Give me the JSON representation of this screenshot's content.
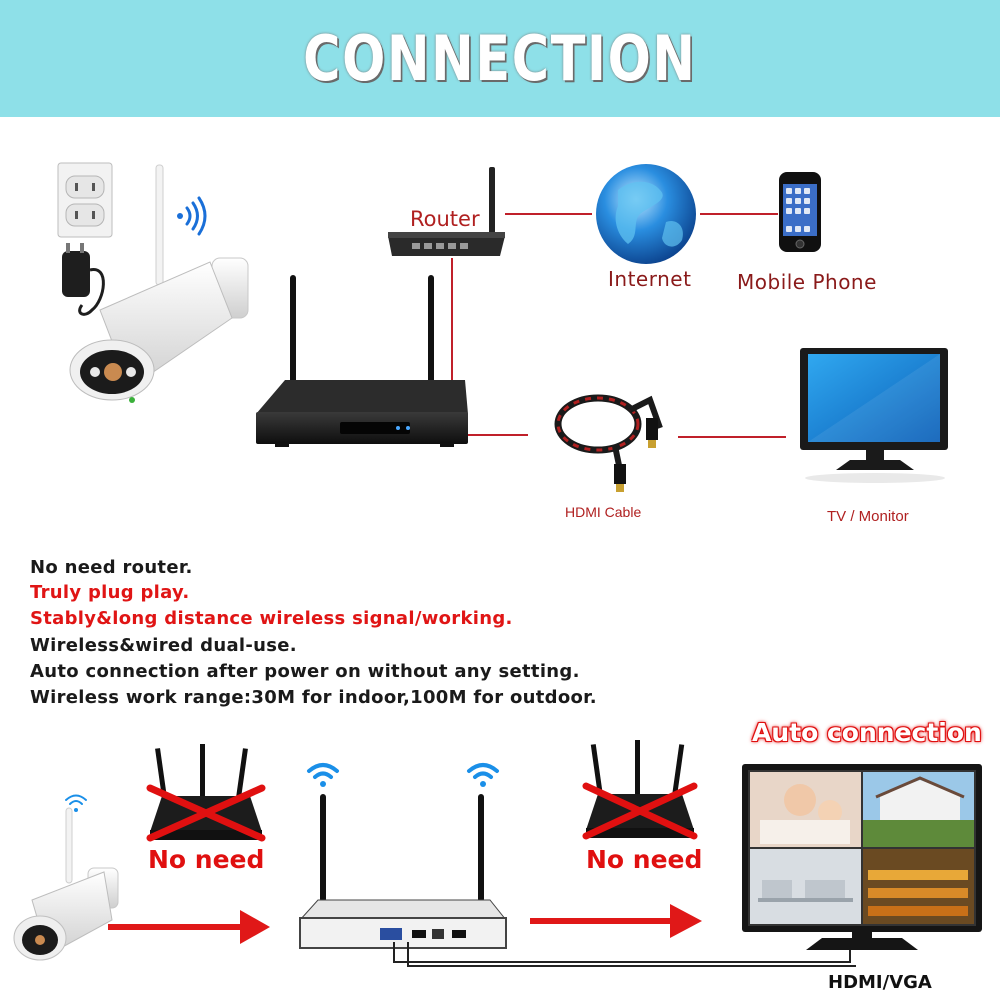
{
  "banner": {
    "title": "CONNECTION"
  },
  "diagram_top": {
    "router_label": "Router",
    "internet_label": "Internet",
    "mobile_label": "Mobile Phone",
    "hdmi_label": "HDMI Cable",
    "monitor_label": "TV / Monitor"
  },
  "features": [
    {
      "text": "No need router.",
      "style": "normal"
    },
    {
      "text": "Truly plug play.",
      "style": "red"
    },
    {
      "text": "Stably&long distance wireless signal/working.",
      "style": "red"
    },
    {
      "text": "Wireless&wired dual-use.",
      "style": "normal"
    },
    {
      "text": "Auto connection after power on without any setting.",
      "style": "normal"
    },
    {
      "text": "Wireless work range:30M for indoor,100M for outdoor.",
      "style": "normal"
    }
  ],
  "diagram_bottom": {
    "no_need_left": "No need",
    "no_need_right": "No need",
    "auto_connection": "Auto connection",
    "hdmi_vga": "HDMI/VGA"
  },
  "colors": {
    "banner_bg": "#8ee0e8",
    "line_red": "#c0202a",
    "accent_red": "#e01010",
    "wifi_blue": "#1a8fe8"
  },
  "icons": [
    "wall-outlet-icon",
    "power-adapter-icon",
    "ip-camera-icon",
    "wifi-signal-icon",
    "router-icon",
    "globe-icon",
    "mobile-phone-icon",
    "nvr-icon",
    "hdmi-cable-icon",
    "monitor-icon",
    "cross-out-icon",
    "arrow-right-icon"
  ]
}
